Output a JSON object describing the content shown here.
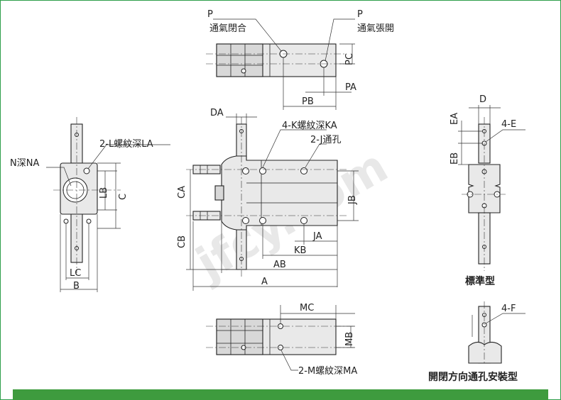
{
  "labels": {
    "p_left": "P",
    "p_right": "P",
    "port_close": "通氣閉合",
    "port_open": "通氣張開",
    "pc": "PC",
    "pa": "PA",
    "pb": "PB",
    "da": "DA",
    "k_thread": "4-K螺紋深KA",
    "j_through": "2-J通孔",
    "ca": "CA",
    "cb": "CB",
    "jb": "JB",
    "ja": "JA",
    "kb": "KB",
    "ab": "AB",
    "a": "A",
    "n_depth": "N深NA",
    "l_thread": "2-L螺紋深LA",
    "lb": "LB",
    "c": "C",
    "lc": "LC",
    "b": "B",
    "d": "D",
    "ea": "EA",
    "eb": "EB",
    "e4": "4-E",
    "standard_type": "標準型",
    "f4": "4-F",
    "side_port_type": "開閉方向通孔安裝型",
    "mc": "MC",
    "mb": "MB",
    "m_thread": "2-M螺紋深MA"
  },
  "watermark": "jfcy.com",
  "footer": "",
  "colors": {
    "frame": "#2e9f4a",
    "footer_bar": "#3e9b3e",
    "part_fill": "#e9e9e9",
    "line": "#222222"
  }
}
